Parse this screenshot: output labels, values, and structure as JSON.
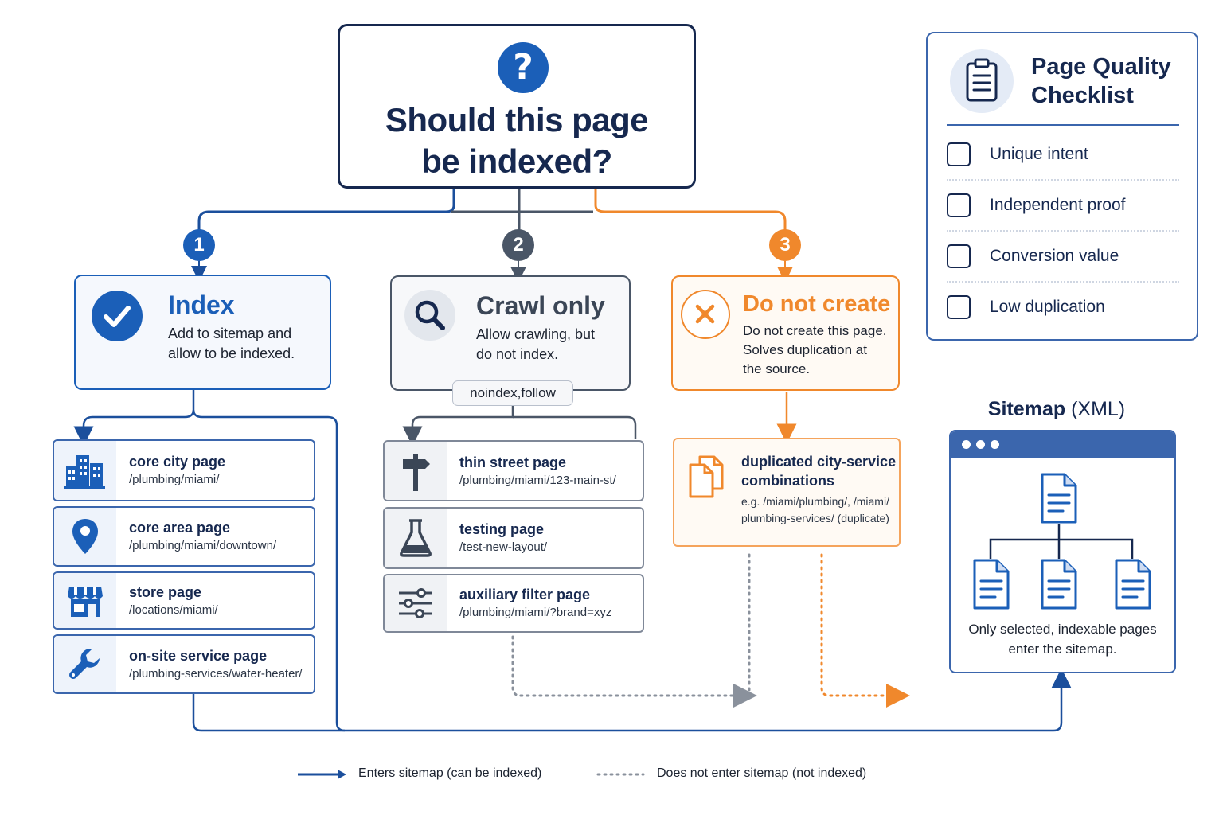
{
  "root": {
    "title_line1": "Should this page",
    "title_line2": "be indexed?",
    "icon": "question-mark-icon"
  },
  "branches": [
    {
      "number": "1",
      "title": "Index",
      "desc_line1": "Add to sitemap and",
      "desc_line2": "allow to be indexed.",
      "desc_line3": "",
      "icon": "checkmark-icon",
      "color": "#1b5fb8"
    },
    {
      "number": "2",
      "title": "Crawl only",
      "desc_line1": "Allow crawling, but",
      "desc_line2": "do not index.",
      "desc_line3": "",
      "tag": "noindex,follow",
      "icon": "magnifier-icon",
      "color": "#4a5667"
    },
    {
      "number": "3",
      "title": "Do not create",
      "desc_line1": "Do not create this page.",
      "desc_line2": "Solves duplication at",
      "desc_line3": "the source.",
      "icon": "x-circle-icon",
      "color": "#f0882c"
    }
  ],
  "index_items": [
    {
      "title": "core city page",
      "path": "/plumbing/miami/",
      "icon": "city-buildings-icon"
    },
    {
      "title": "core area page",
      "path": "/plumbing/miami/downtown/",
      "icon": "map-pin-icon"
    },
    {
      "title": "store page",
      "path": "/locations/miami/",
      "icon": "storefront-icon"
    },
    {
      "title": "on-site service page",
      "path": "/plumbing-services/water-heater/",
      "icon": "wrench-icon"
    }
  ],
  "crawl_items": [
    {
      "title": "thin street page",
      "path": "/plumbing/miami/123-main-st/",
      "icon": "signpost-icon"
    },
    {
      "title": "testing page",
      "path": "/test-new-layout/",
      "icon": "flask-icon"
    },
    {
      "title": "auxiliary filter page",
      "path": "/plumbing/miami/?brand=xyz",
      "icon": "sliders-icon"
    }
  ],
  "dup_item": {
    "title_line1": "duplicated city-service",
    "title_line2": "combinations",
    "example_line1": "e.g. /miami/plumbing/, /miami/",
    "example_line2": "plumbing-services/ (duplicate)",
    "icon": "duplicate-pages-icon"
  },
  "checklist": {
    "title_line1": "Page Quality",
    "title_line2": "Checklist",
    "icon": "clipboard-icon",
    "items": [
      "Unique intent",
      "Independent proof",
      "Conversion value",
      "Low duplication"
    ]
  },
  "sitemap": {
    "title": "Sitemap",
    "title_suffix": "(XML)",
    "caption_line1": "Only selected, indexable pages",
    "caption_line2": "enter the sitemap."
  },
  "legend": {
    "solid": "Enters sitemap (can be indexed)",
    "dotted": "Does not enter sitemap (not indexed)"
  },
  "colors": {
    "navy": "#16284f",
    "blue": "#1b5fb8",
    "gray": "#4a5667",
    "orange": "#f0882c"
  }
}
